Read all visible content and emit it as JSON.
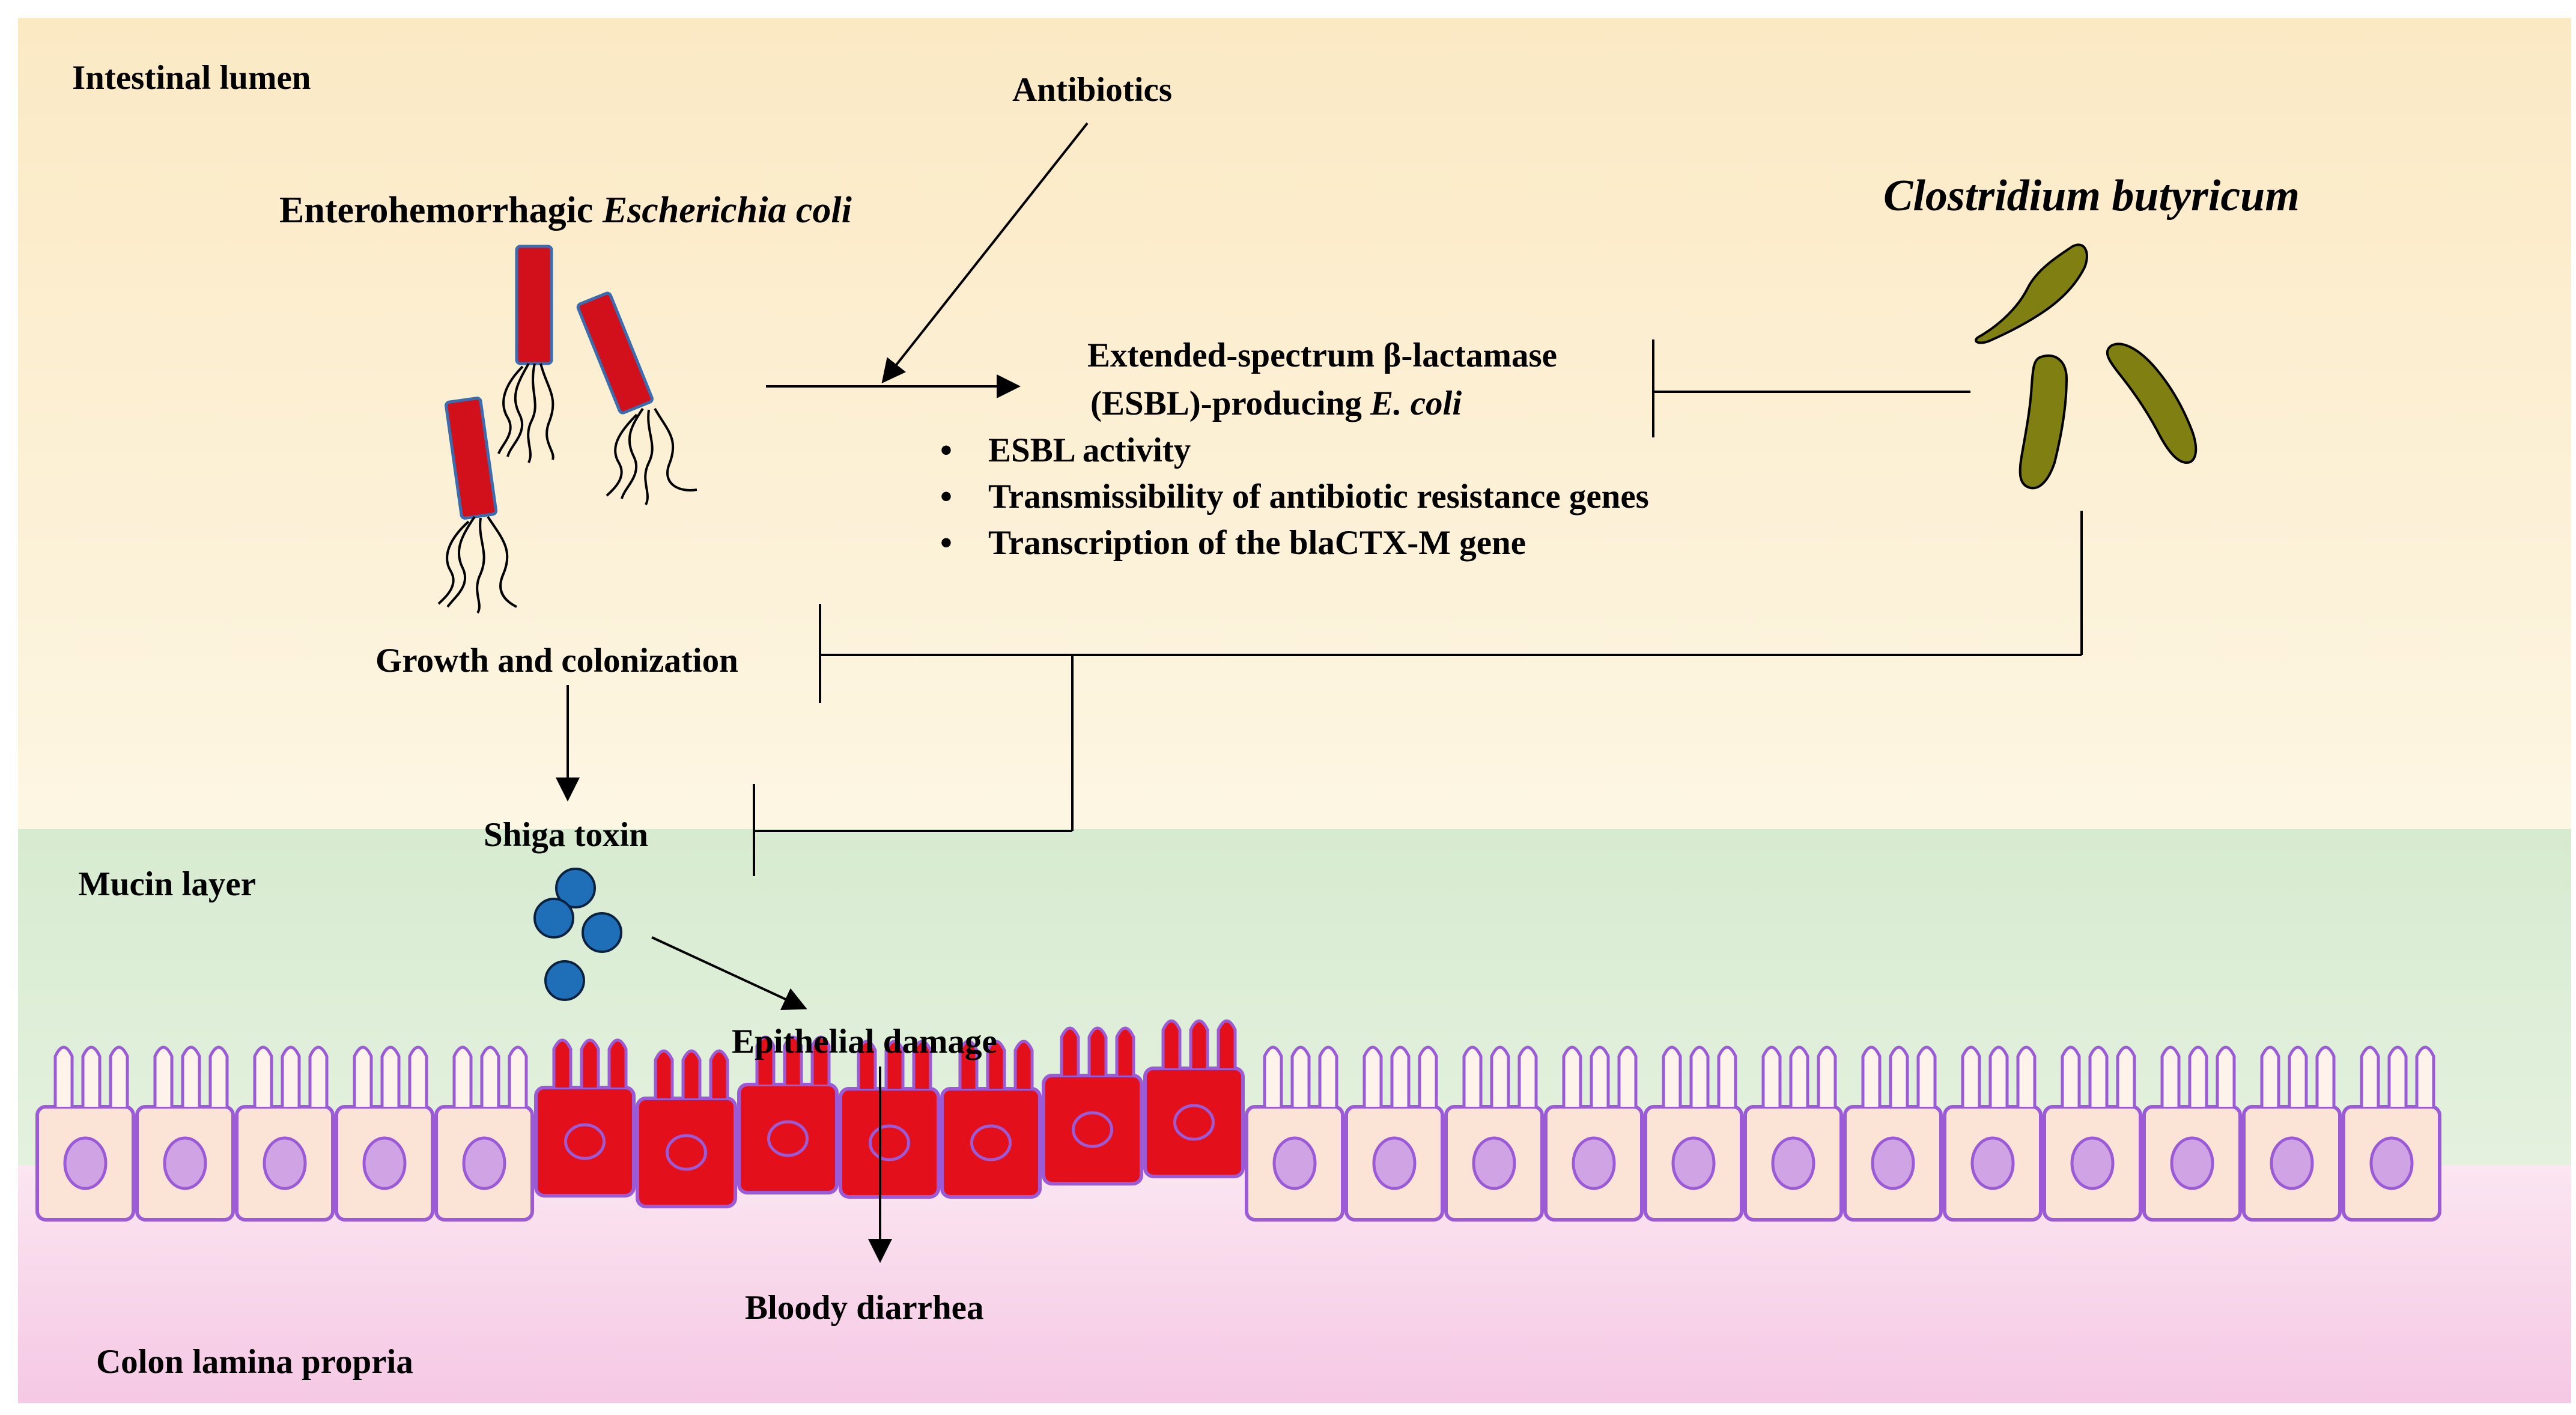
{
  "colors": {
    "lumen_bg": "#fcefcf",
    "mucin_bg": "#e0efd9",
    "lamina_bg": "#f8d6ec",
    "ehec_body": "#d2101b",
    "ehec_border": "#3a6db0",
    "clostridium": "#7f7f12",
    "toxin": "#1e6fb8",
    "healthy_cell": "#fbe4d6",
    "damaged_cell": "#e3101c",
    "cell_border": "#9b5bd6",
    "nucleus": "#cfa3e4"
  },
  "regions": {
    "lumen": "Intestinal lumen",
    "mucin": "Mucin layer",
    "lamina": "Colon lamina propria"
  },
  "labels": {
    "antibiotics": "Antibiotics",
    "ehec_prefix": "Enterohemorrhagic ",
    "ehec_species": "Escherichia coli",
    "clostridium": "Clostridium butyricum",
    "esbl_line1": "Extended-spectrum β-lactamase",
    "esbl_line2_prefix": "(ESBL)-producing ",
    "esbl_line2_species": "E. coli",
    "growth": "Growth and colonization",
    "shiga": "Shiga toxin",
    "epithelial": "Epithelial damage",
    "bloody": "Bloody diarrhea"
  },
  "esbl_effects": [
    "ESBL activity",
    "Transmissibility of antibiotic resistance genes",
    "Transcription of the blaCTX-M gene"
  ],
  "bullet_glyph": "•",
  "epithelium": {
    "cell_states": [
      "healthy",
      "healthy",
      "healthy",
      "healthy",
      "healthy",
      "damaged",
      "damaged",
      "damaged",
      "damaged",
      "damaged",
      "damaged",
      "damaged",
      "healthy",
      "healthy",
      "healthy",
      "healthy",
      "healthy",
      "healthy",
      "healthy",
      "healthy",
      "healthy",
      "healthy",
      "healthy",
      "healthy"
    ]
  }
}
